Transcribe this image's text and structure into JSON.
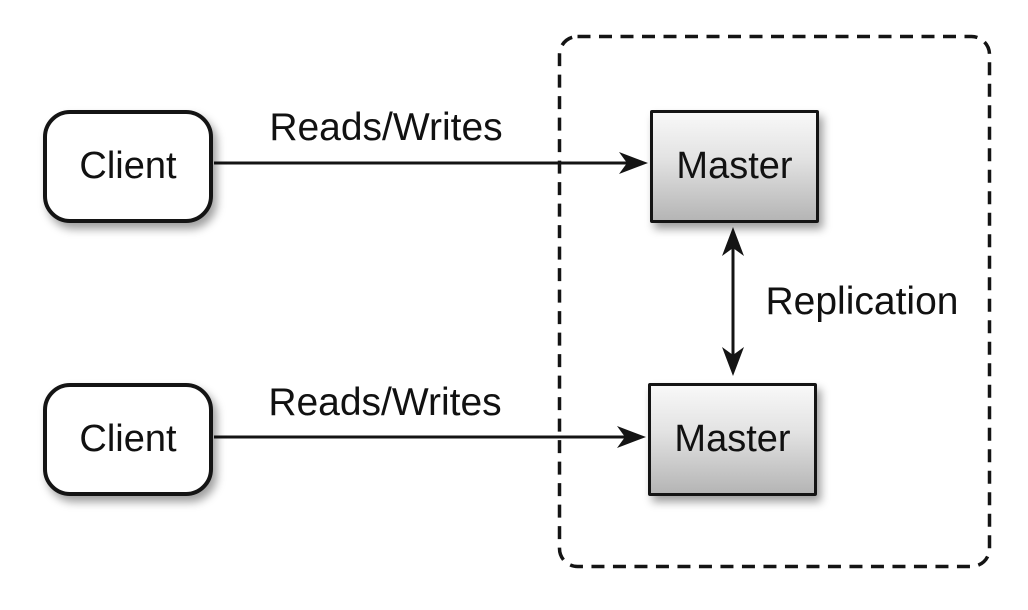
{
  "diagram": {
    "title_implied": "Master-master replication topology",
    "nodes": {
      "client_top": {
        "label": "Client"
      },
      "client_bottom": {
        "label": "Client"
      },
      "master_top": {
        "label": "Master"
      },
      "master_bottom": {
        "label": "Master"
      }
    },
    "edges": {
      "top_reads_writes": {
        "label": "Reads/Writes",
        "from": "client_top",
        "to": "master_top",
        "direction": "one-way"
      },
      "bottom_reads_writes": {
        "label": "Reads/Writes",
        "from": "client_bottom",
        "to": "master_bottom",
        "direction": "one-way"
      },
      "replication": {
        "label": "Replication",
        "from": "master_top",
        "to": "master_bottom",
        "direction": "two-way"
      }
    },
    "cluster": {
      "style": "dashed-rounded-rectangle",
      "contains": [
        "master_top",
        "master_bottom"
      ]
    },
    "colors": {
      "background": "#ffffff",
      "stroke": "#141414",
      "text": "#111111",
      "client_fill": "#ffffff",
      "master_gradient_top": "#f8f8f8",
      "master_gradient_bottom": "#b5b5b5"
    }
  }
}
